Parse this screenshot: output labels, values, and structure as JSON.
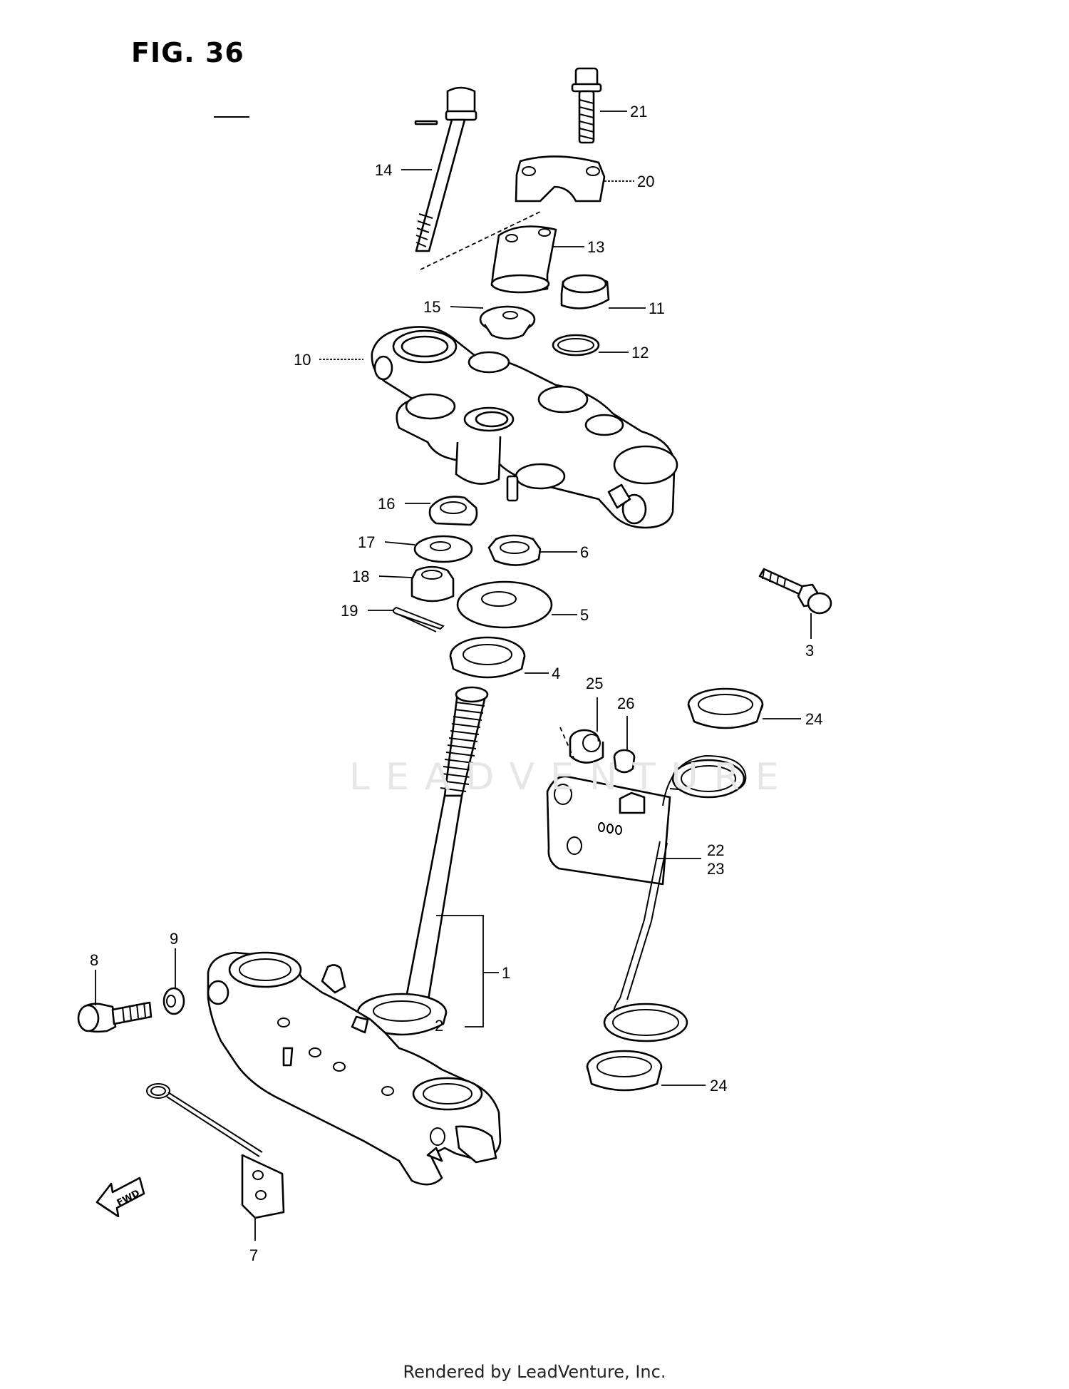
{
  "figure": {
    "title": "FIG. 36"
  },
  "footer": {
    "text": "Rendered by LeadVenture, Inc."
  },
  "watermark": {
    "text": "LEADVENTURE"
  },
  "fwd_arrow": {
    "label": "FWD"
  },
  "callouts": {
    "c1": "1",
    "c2": "2",
    "c3": "3",
    "c4": "4",
    "c5": "5",
    "c6": "6",
    "c7": "7",
    "c8": "8",
    "c9": "9",
    "c10": "10",
    "c11": "11",
    "c12": "12",
    "c13": "13",
    "c14": "14",
    "c15": "15",
    "c16": "16",
    "c17": "17",
    "c18": "18",
    "c19": "19",
    "c20": "20",
    "c21": "21",
    "c22": "22",
    "c23": "23",
    "c24a": "24",
    "c24b": "24",
    "c25": "25",
    "c26": "26"
  }
}
